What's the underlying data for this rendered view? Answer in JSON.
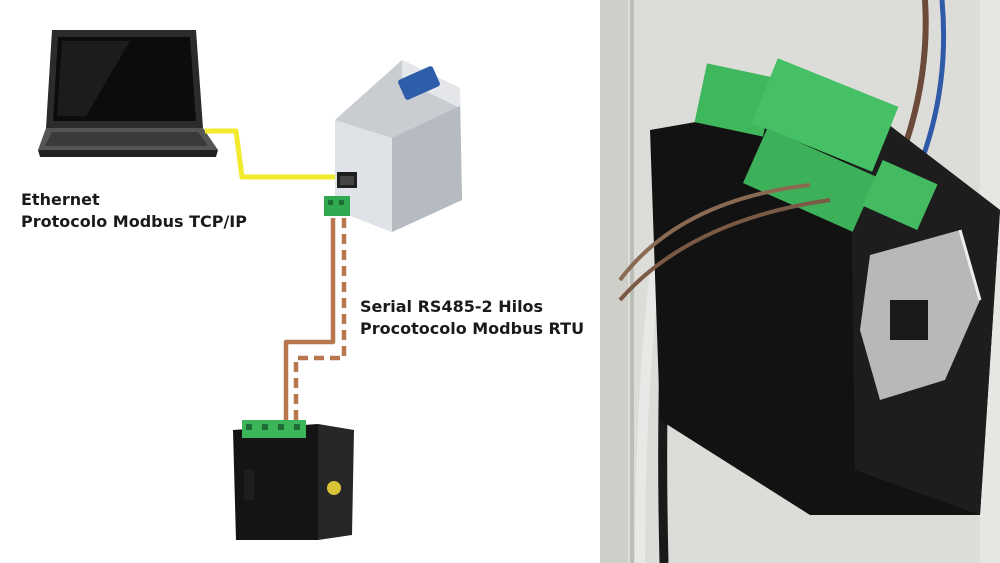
{
  "ethernet_link": {
    "line1": "Ethernet",
    "line2": "Protocolo Modbus TCP/IP",
    "cable_color": "#f2ea2c"
  },
  "serial_link": {
    "line1": "Serial RS485-2 Hilos",
    "line2": "Procotocolo Modbus RTU",
    "cable_color": "#b8774f"
  }
}
